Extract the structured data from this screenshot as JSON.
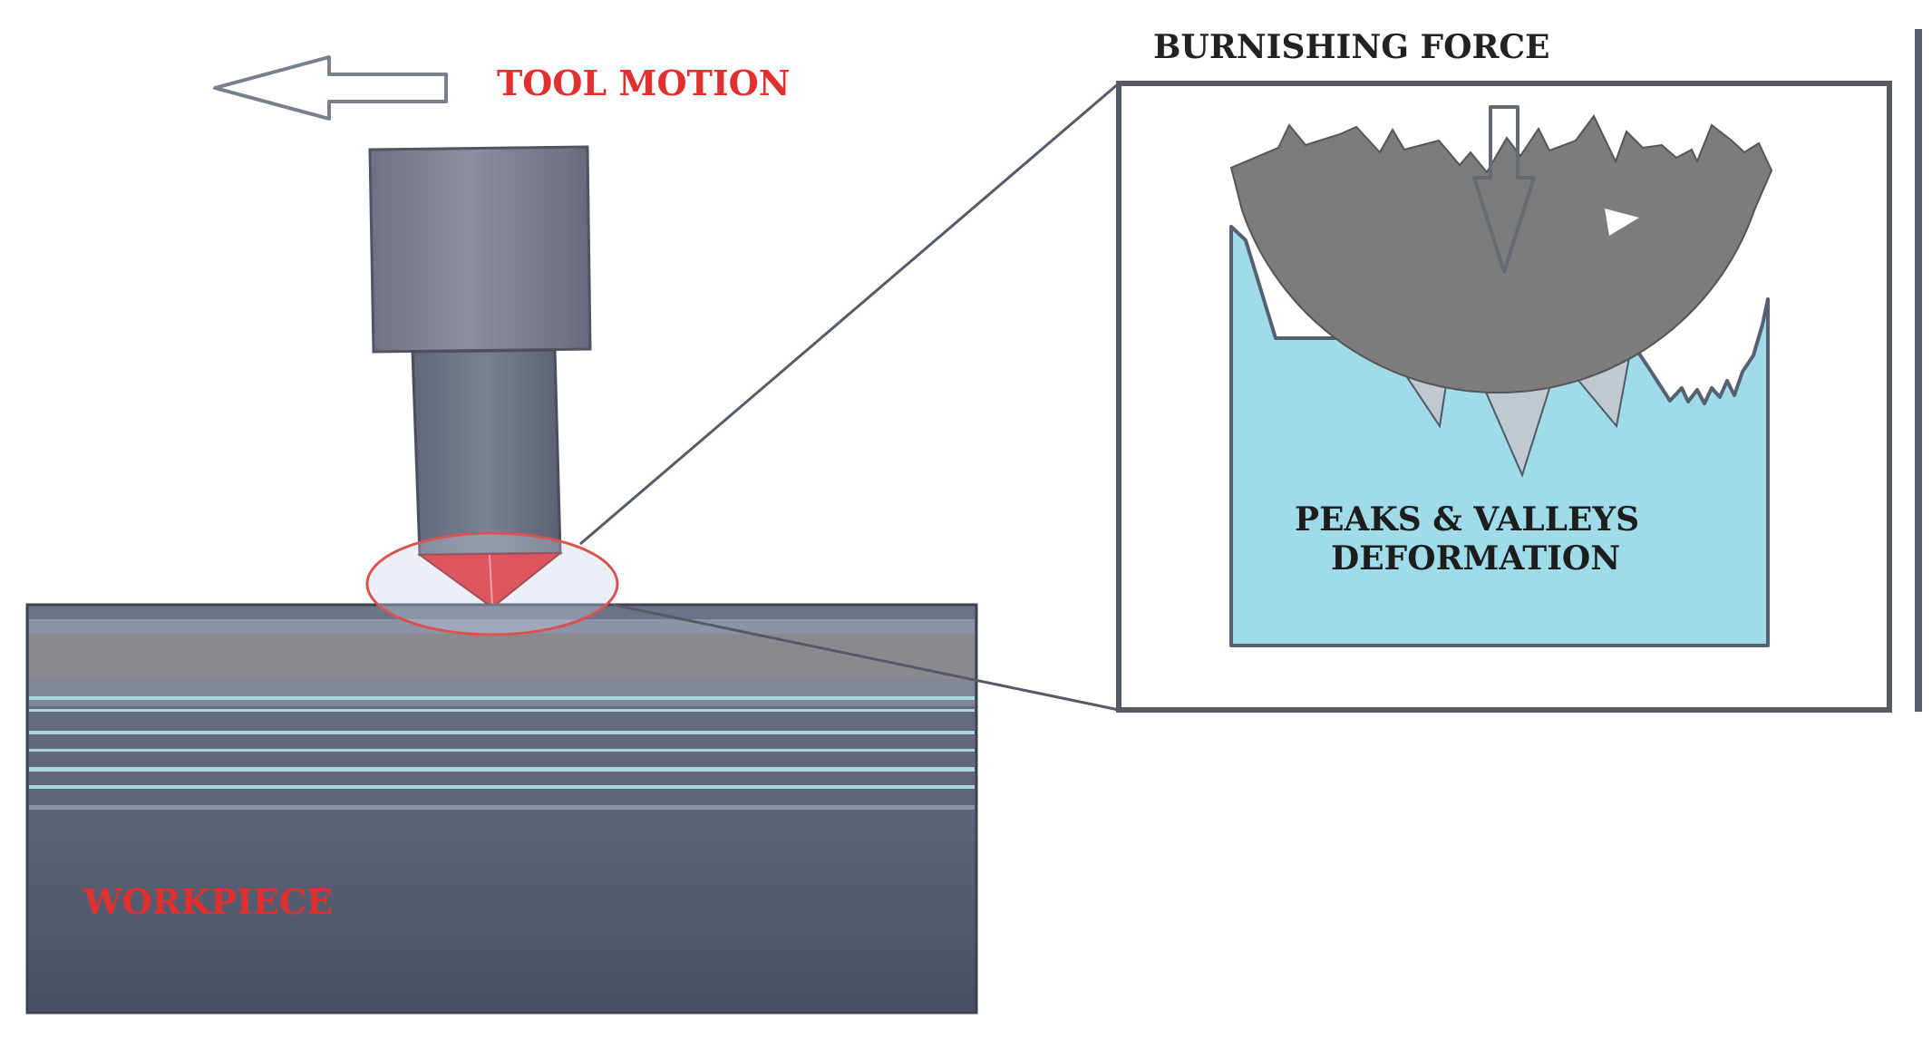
{
  "labels": {
    "tool_motion": "TOOL MOTION",
    "workpiece": "WORKPIECE",
    "burnishing_force": "BURNISHING FORCE",
    "deformation_line1": "PEAKS & VALLEYS",
    "deformation_line2": "DEFORMATION"
  },
  "colors": {
    "label_red": "#e0312e",
    "tool_body": "#7e8191",
    "tool_tip": "#e8141a",
    "workpiece": "#565d72",
    "material": "#9fdbe8",
    "burnisher": "#7c7c7c",
    "frame": "#555a66"
  },
  "icons": [
    "left-arrow-icon",
    "down-arrow-icon"
  ]
}
